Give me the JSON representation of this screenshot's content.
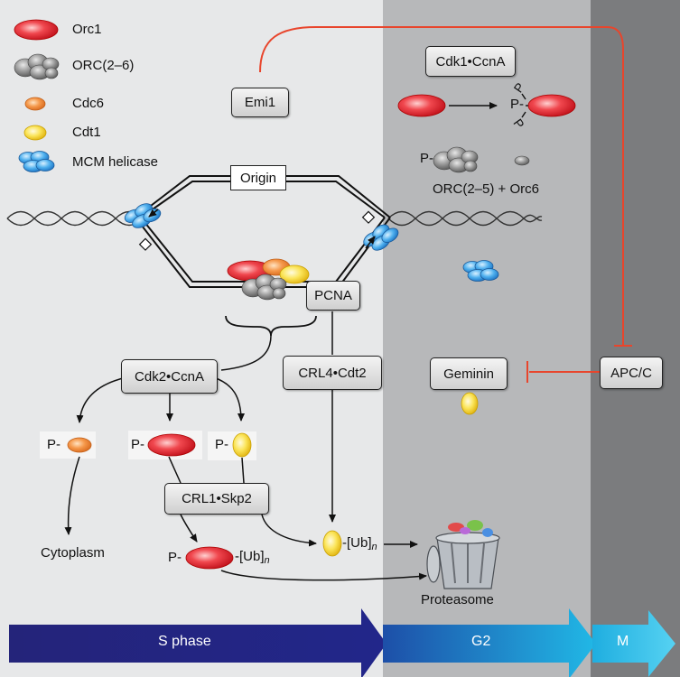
{
  "legend": {
    "orc1": "Orc1",
    "orc2_6": "ORC(2–6)",
    "cdc6": "Cdc6",
    "cdt1": "Cdt1",
    "mcm": "MCM helicase"
  },
  "boxes": {
    "emi1": "Emi1",
    "cdk1_ccna": "Cdk1•CcnA",
    "origin": "Origin",
    "pcna": "PCNA",
    "cdk2_ccna": "Cdk2•CcnA",
    "crl4_cdt2": "CRL4•Cdt2",
    "crl1_skp2": "CRL1•Skp2",
    "geminin": "Geminin",
    "apc_c": "APC/C"
  },
  "labels": {
    "p": "P-",
    "p_letter": "P",
    "orc25_orc6": "ORC(2–5) + Orc6",
    "ub": "-[Ub]",
    "ub_sub": "n",
    "cytoplasm": "Cytoplasm",
    "proteasome": "Proteasome"
  },
  "phases": {
    "s": "S phase",
    "g2": "G2",
    "m": "M"
  },
  "colors": {
    "orc1": "#e8202a",
    "cdc6": "#f08a3a",
    "cdt1": "#f7d21c",
    "mcm": "#2f8fd8",
    "orc_gray": "#7a7a7a",
    "inhibition": "#e8452c",
    "s_phase_arrow": "#26277f",
    "g2_arrow": "#19a6dc",
    "m_arrow": "#3cc6ec"
  }
}
